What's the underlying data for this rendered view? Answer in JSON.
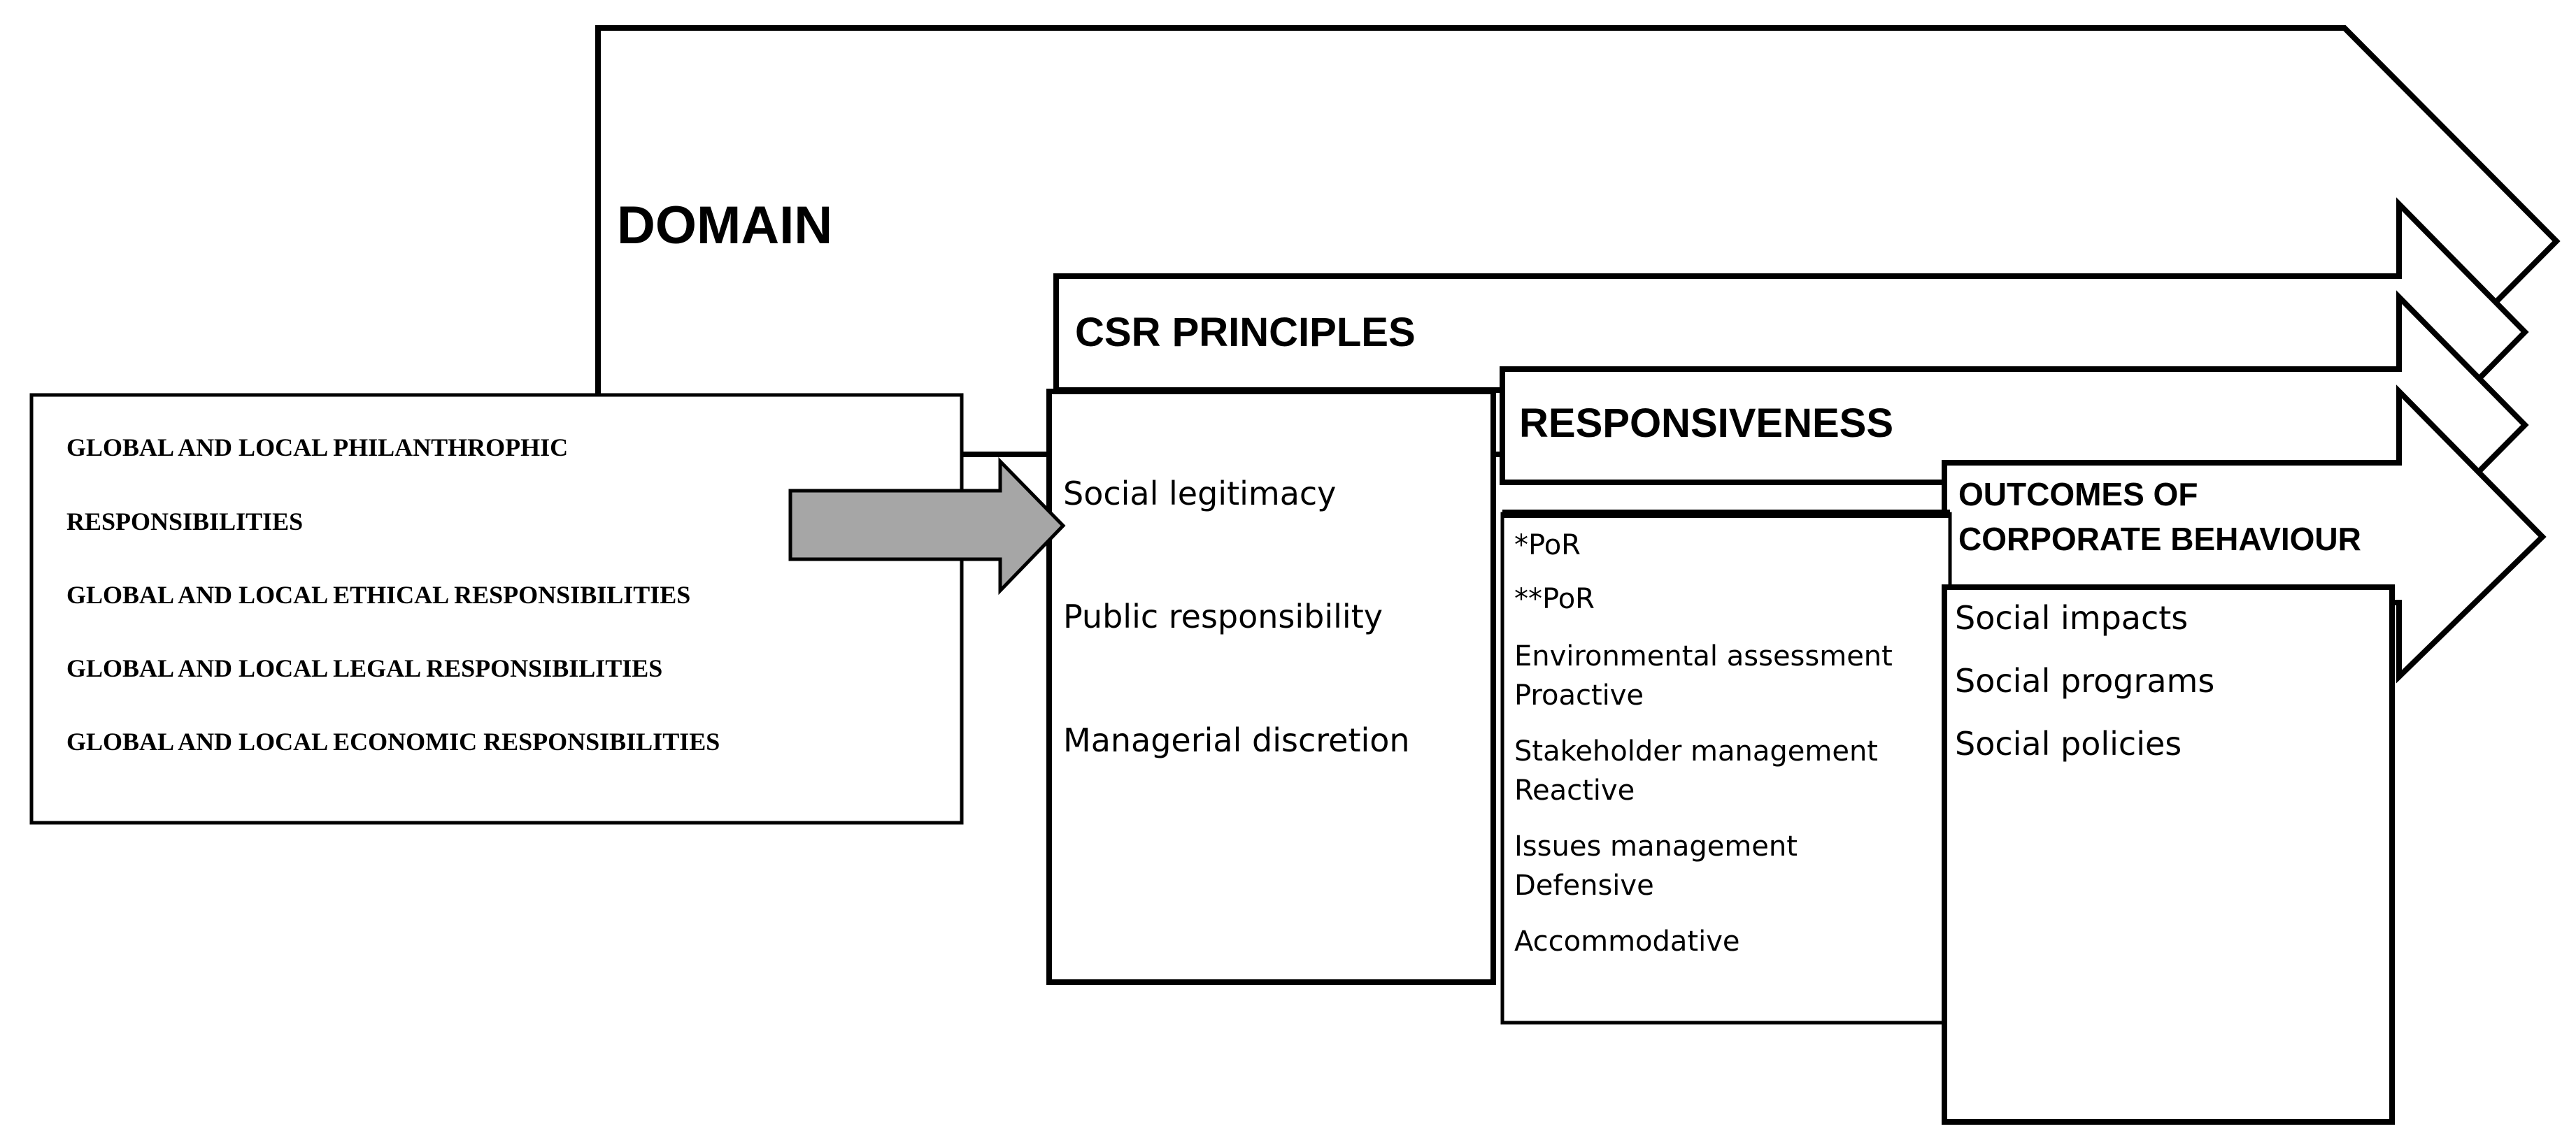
{
  "diagram": {
    "title_domain": "DOMAIN",
    "csr_principles": {
      "heading": "CSR PRINCIPLES",
      "items": [
        "Social legitimacy",
        "Public responsibility",
        "Managerial discretion"
      ]
    },
    "responsiveness": {
      "heading": "RESPONSIVENESS",
      "items": [
        "*PoR",
        "**PoR",
        "Environmental assessment",
        "Proactive",
        "Stakeholder management",
        "Reactive",
        "Issues management",
        "Defensive",
        "Accommodative"
      ]
    },
    "outcomes": {
      "heading_line1": "OUTCOMES OF",
      "heading_line2": "CORPORATE BEHAVIOUR",
      "items": [
        "Social impacts",
        "Social programs",
        "Social policies"
      ]
    },
    "responsibilities": [
      "GLOBAL AND LOCAL PHILANTHROPHIC",
      "RESPONSIBILITIES",
      "GLOBAL AND LOCAL ETHICAL RESPONSIBILITIES",
      "GLOBAL AND LOCAL LEGAL RESPONSIBILITIES",
      "GLOBAL AND LOCAL ECONOMIC RESPONSIBILITIES"
    ],
    "colors": {
      "stroke": "#000000",
      "fill": "#ffffff",
      "grey_arrow": "#a6a6a6"
    }
  }
}
